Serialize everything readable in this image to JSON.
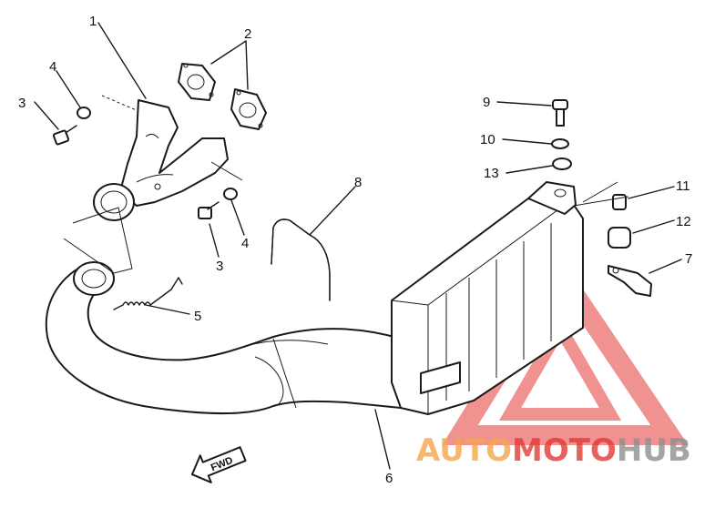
{
  "callouts": {
    "c1": "1",
    "c2": "2",
    "c3a": "3",
    "c3b": "3",
    "c4a": "4",
    "c4b": "4",
    "c5": "5",
    "c6": "6",
    "c7": "7",
    "c8": "8",
    "c9": "9",
    "c10": "10",
    "c11": "11",
    "c12": "12",
    "c13": "13"
  },
  "fwd_label": "FWD",
  "watermark": {
    "part1": "AUTO",
    "part2": "MOTO",
    "part3": "HUB",
    "color_orange": "#f4a64a",
    "color_red": "#e23a36",
    "color_gray": "#8f8f8f"
  }
}
